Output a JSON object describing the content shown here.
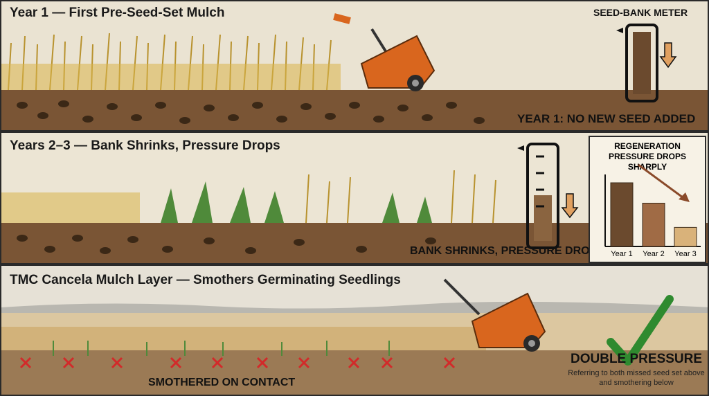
{
  "panels": [
    {
      "title": "Year 1 — First Pre-Seed-Set Mulch",
      "meter_label": "SEED-BANK METER",
      "caption": "YEAR 1: NO NEW SEED ADDED"
    },
    {
      "title": "Years 2–3 — Bank Shrinks, Pressure Drops",
      "caption": "BANK SHRINKS, PRESSURE DROPS"
    },
    {
      "title": "TMC Cancela Mulch Layer — Smothers Germinating Seedlings",
      "caption": "SMOTHERED ON CONTACT",
      "result_title": "DOUBLE PRESSURE",
      "result_note": "Referring to both missed seed set above and smothering below"
    }
  ],
  "chart_data": {
    "type": "bar",
    "title": "REGENERATION PRESSURE DROPS SHARPLY",
    "categories": [
      "Year 1",
      "Year 2",
      "Year 3"
    ],
    "values": [
      100,
      68,
      30
    ],
    "colors": [
      "#6b4a2e",
      "#a06b45",
      "#d9b27a"
    ]
  },
  "colors": {
    "machine": "#d9661e",
    "wheat": "#d8b44a",
    "soil": "#6b4a2e",
    "check": "#2f8a2f",
    "x_mark": "#d22a2a"
  }
}
